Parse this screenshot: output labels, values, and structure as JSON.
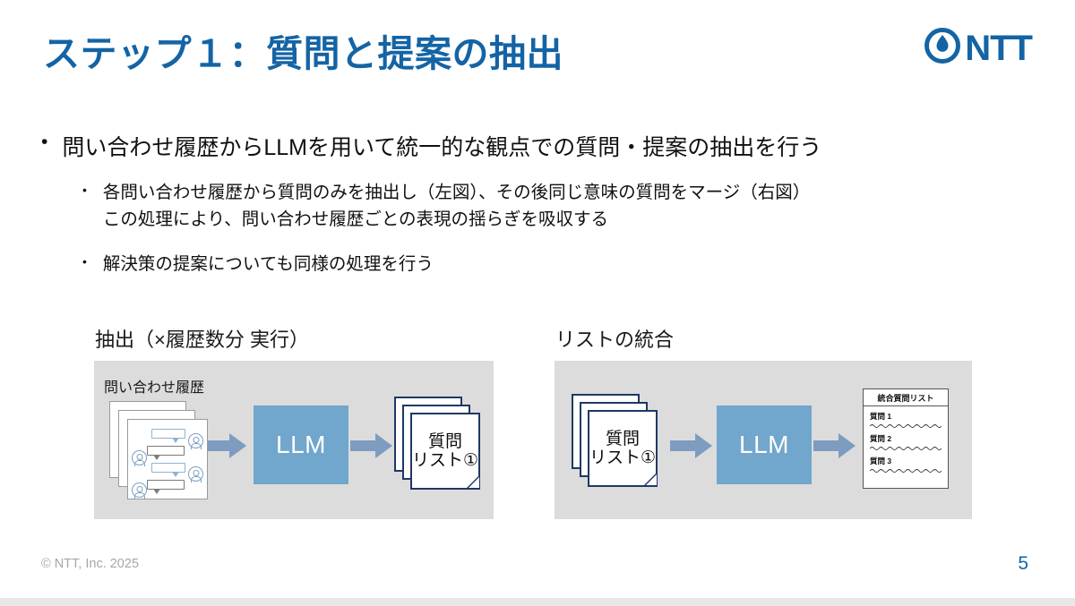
{
  "slide": {
    "title": "ステップ１：質問と提案の抽出",
    "page_number": "5",
    "copyright": "© NTT, Inc.  2025",
    "accent_color": "#1464a5",
    "panel_color": "#dcdcdc",
    "llm_box_color": "#71a6cd",
    "arrow_color": "#7d9cc0",
    "doc_border_color": "#1f3864"
  },
  "logo": {
    "mark": "ntt-o-mark-icon",
    "text": "NTT"
  },
  "bullets": {
    "level1": {
      "marker": "•",
      "text": "問い合わせ履歴からLLMを用いて統一的な観点での質問・提案の抽出を行う"
    },
    "level2": [
      {
        "marker": "•",
        "lines": [
          "各問い合わせ履歴から質問のみを抽出し（左図）、その後同じ意味の質問をマージ（右図）",
          "この処理により、問い合わせ履歴ごとの表現の揺らぎを吸収する"
        ]
      },
      {
        "marker": "•",
        "lines": [
          "解決策の提案についても同様の処理を行う"
        ]
      }
    ]
  },
  "diagrams": [
    {
      "heading": "抽出（×履歴数分 実行）",
      "source_label": "問い合わせ履歴",
      "source_icon": "stacked-chat-history-pages-icon",
      "process_label": "LLM",
      "output_label_lines": [
        "質問",
        "リスト①"
      ],
      "output_icon": "stacked-document-icon",
      "arrow_icon": "right-arrow-icon"
    },
    {
      "heading": "リストの統合",
      "source_label_lines": [
        "質問",
        "リスト①"
      ],
      "source_icon": "stacked-document-icon",
      "process_label": "LLM",
      "arrow_icon": "right-arrow-icon",
      "output_card": {
        "title": "統合質問リスト",
        "rows": [
          "質問 1",
          "質問 2",
          "質問 3"
        ],
        "row_underline": "squiggly-line-icon"
      }
    }
  ]
}
